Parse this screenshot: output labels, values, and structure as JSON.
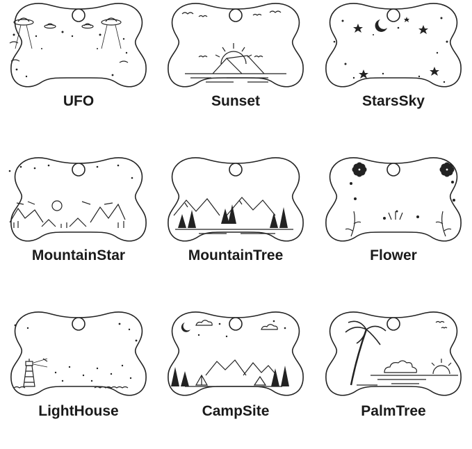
{
  "tags": [
    {
      "label": "UFO",
      "motif": "ufo-icon"
    },
    {
      "label": "Sunset",
      "motif": "sunset-icon"
    },
    {
      "label": "StarsSky",
      "motif": "stars-icon"
    },
    {
      "label": "MountainStar",
      "motif": "mountain-star-icon"
    },
    {
      "label": "MountainTree",
      "motif": "mountain-tree-icon"
    },
    {
      "label": "Flower",
      "motif": "flower-icon"
    },
    {
      "label": "LightHouse",
      "motif": "lighthouse-icon"
    },
    {
      "label": "CampSite",
      "motif": "campsite-icon"
    },
    {
      "label": "PalmTree",
      "motif": "palm-tree-icon"
    }
  ],
  "colors": {
    "outline": "#222222",
    "label": "#1a1a1a",
    "background": "#ffffff"
  }
}
